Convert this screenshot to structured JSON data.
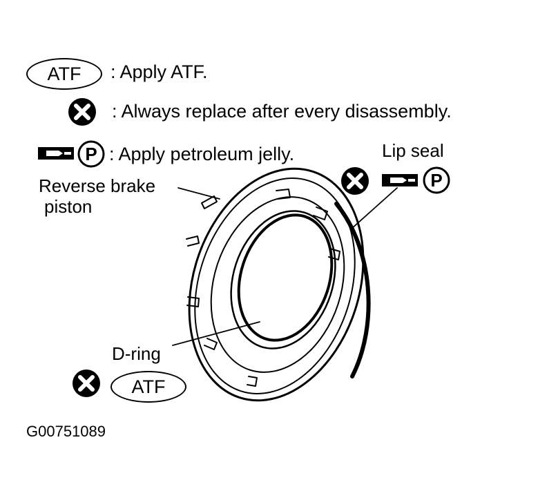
{
  "legend": {
    "atf_symbol": "ATF",
    "atf_text": ": Apply ATF.",
    "replace_text": ": Always replace after every disassembly.",
    "jelly_letter": "P",
    "jelly_text": ": Apply petroleum jelly."
  },
  "labels": {
    "lip_seal": "Lip seal",
    "lip_seal_jelly_letter": "P",
    "reverse_brake_line1": "Reverse brake",
    "reverse_brake_line2": "piston",
    "d_ring": "D-ring",
    "d_ring_atf": "ATF"
  },
  "figure_code": "G00751089",
  "icons": {
    "replace": "x-circle-icon",
    "jelly_tube": "grease-tube-icon",
    "jelly_circle": "p-circle-icon"
  }
}
